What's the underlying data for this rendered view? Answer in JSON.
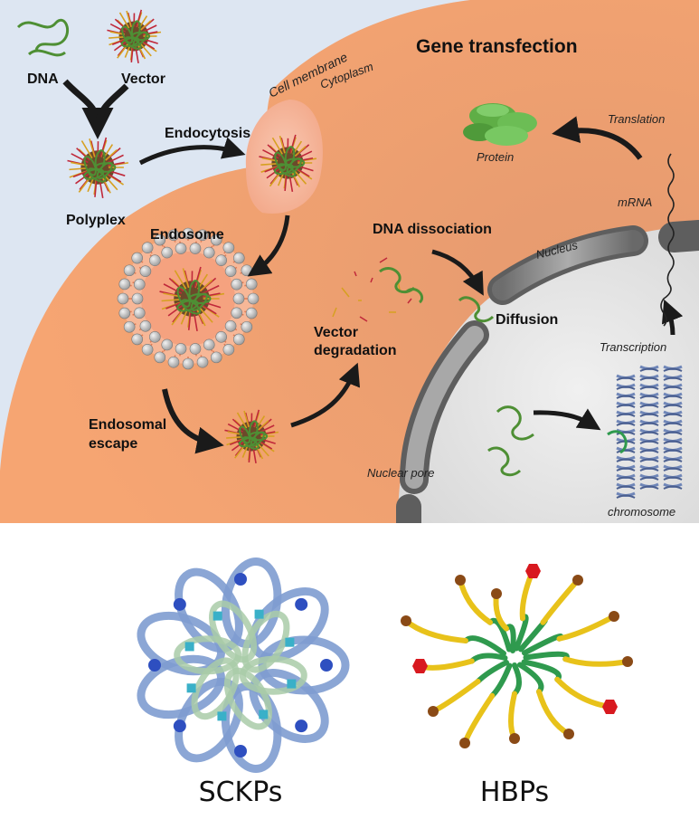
{
  "diagram": {
    "title": "Gene transfection",
    "labels": {
      "dna": "DNA",
      "vector": "Vector",
      "polyplex": "Polyplex",
      "endocytosis": "Endocytosis",
      "cell_membrane": "Cell membrane",
      "cytoplasm": "Cytoplasm",
      "endosome": "Endosome",
      "dna_dissociation": "DNA dissociation",
      "vector_degradation_1": "Vector",
      "vector_degradation_2": "degradation",
      "endosomal_escape_1": "Endosomal",
      "endosomal_escape_2": "escape",
      "diffusion": "Diffusion",
      "nucleus": "Nucleus",
      "nuclear_pore": "Nuclear pore",
      "protein": "Protein",
      "translation": "Translation",
      "mrna": "mRNA",
      "transcription": "Transcription",
      "chromosome": "chromosome"
    },
    "colors": {
      "background": "#dde6f2",
      "cytoplasm": "#f5a675",
      "cytoplasm_dark": "#e2936a",
      "nucleus": "#e6e6e6",
      "envelope": "#8c8c8c",
      "dna": "#5a9a3a",
      "vector_red": "#c0283a",
      "vector_gold": "#d6a020",
      "protein": "#6cbd55",
      "chromosome": "#6f86b8"
    }
  },
  "structures": {
    "sckps": "SCKPs",
    "hbps": "HBPs"
  }
}
